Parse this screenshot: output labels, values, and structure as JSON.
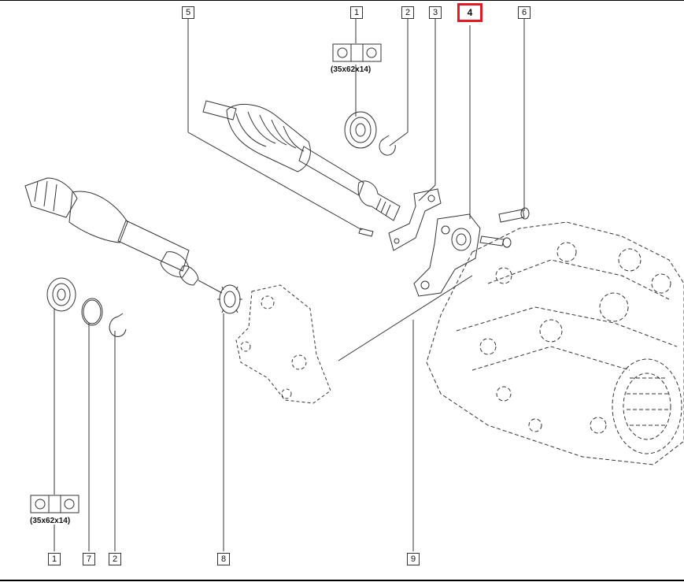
{
  "callouts": {
    "c1_top": "1",
    "c2_top": "2",
    "c3": "3",
    "c4": "4",
    "c5": "5",
    "c6": "6",
    "c1_bottom": "1",
    "c7": "7",
    "c2_bottom": "2",
    "c8": "8",
    "c9": "9"
  },
  "highlight_color": "#e01b24",
  "bearing_dimension_top": "(35x62x14)",
  "bearing_dimension_bottom": "(35x62x14)"
}
